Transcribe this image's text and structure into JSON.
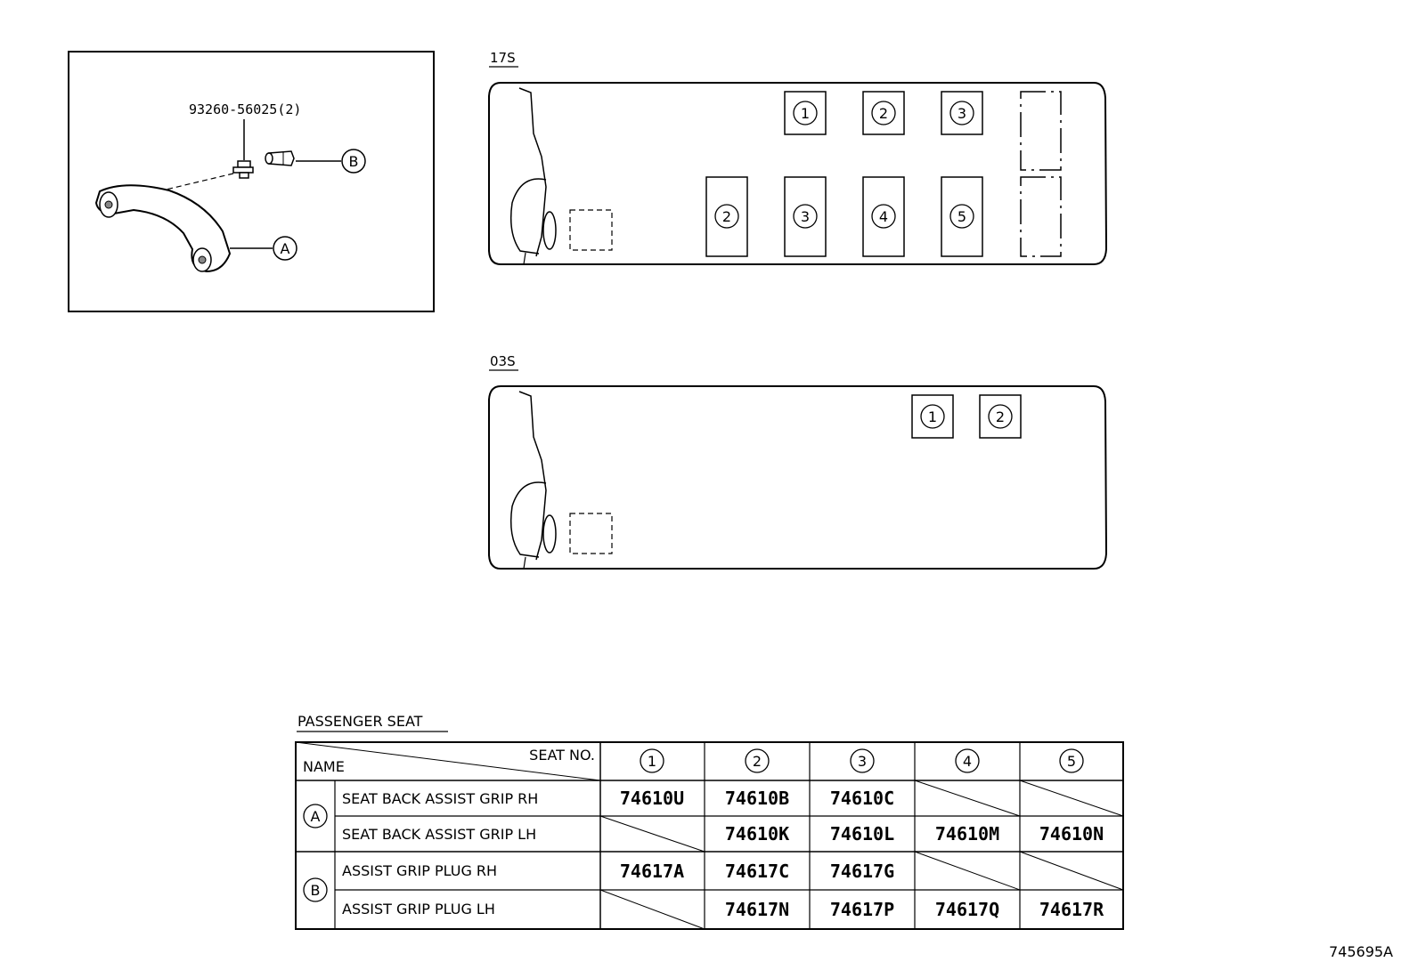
{
  "inset": {
    "bolt_part": "93260-56025(2)",
    "callout_b": "B",
    "callout_a": "A"
  },
  "layouts": {
    "l17s": {
      "label": "17S",
      "seat_nums": [
        "1",
        "2",
        "3",
        "2",
        "3",
        "4",
        "5"
      ]
    },
    "l03s": {
      "label": "03S",
      "seat_nums": [
        "1",
        "2"
      ]
    }
  },
  "table": {
    "title": "PASSENGER  SEAT",
    "header_seat": "SEAT NO.",
    "header_name": "NAME",
    "seat_nos": [
      "1",
      "2",
      "3",
      "4",
      "5"
    ],
    "groups": [
      {
        "key": "A",
        "rows": [
          {
            "name": "SEAT BACK ASSIST GRIP RH",
            "cells": [
              "74610U",
              "74610B",
              "74610C",
              "",
              ""
            ]
          },
          {
            "name": "SEAT BACK ASSIST GRIP LH",
            "cells": [
              "",
              "74610K",
              "74610L",
              "74610M",
              "74610N"
            ]
          }
        ]
      },
      {
        "key": "B",
        "rows": [
          {
            "name": "ASSIST GRIP PLUG RH",
            "cells": [
              "74617A",
              "74617C",
              "74617G",
              "",
              ""
            ]
          },
          {
            "name": "ASSIST GRIP PLUG LH",
            "cells": [
              "",
              "74617N",
              "74617P",
              "74617Q",
              "74617R"
            ]
          }
        ]
      }
    ]
  },
  "diagram_id": "745695A"
}
